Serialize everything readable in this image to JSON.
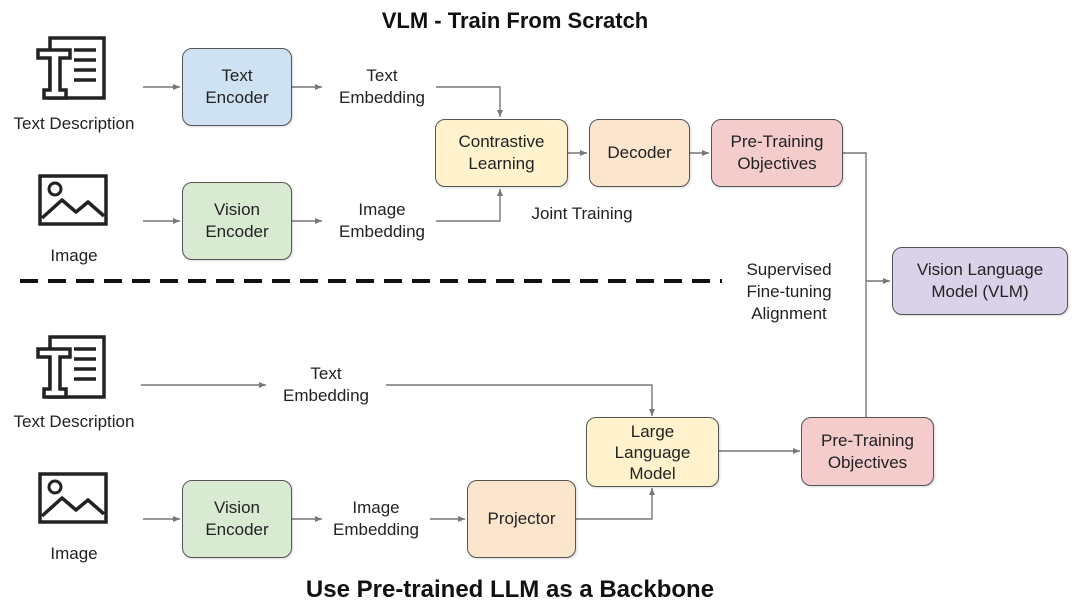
{
  "titles": {
    "top": "VLM - Train From Scratch",
    "bottom": "Use Pre-trained LLM as a Backbone"
  },
  "top_section": {
    "text_input_label": "Text Description",
    "image_input_label": "Image",
    "text_encoder": "Text\nEncoder",
    "vision_encoder": "Vision\nEncoder",
    "text_embedding": "Text\nEmbedding",
    "image_embedding": "Image\nEmbedding",
    "contrastive_learning": "Contrastive\nLearning",
    "decoder": "Decoder",
    "pretraining_objectives": "Pre-Training\nObjectives",
    "joint_training": "Joint Training"
  },
  "middle": {
    "supervised_label": "Supervised\nFine-tuning\nAlignment",
    "vlm": "Vision Language\nModel (VLM)"
  },
  "bottom_section": {
    "text_input_label": "Text Description",
    "image_input_label": "Image",
    "text_embedding": "Text\nEmbedding",
    "vision_encoder": "Vision\nEncoder",
    "image_embedding": "Image\nEmbedding",
    "projector": "Projector",
    "llm": "Large\nLanguage\nModel",
    "pretraining_objectives": "Pre-Training\nObjectives"
  },
  "icons": [
    "text-document-icon",
    "image-icon"
  ],
  "colors": {
    "text_encoder": "#cfe2f3",
    "vision_encoder": "#d9ead3",
    "contrastive_llm": "#fff2cc",
    "decoder_projector": "#fce5cd",
    "pretraining": "#f4cccc",
    "vlm": "#d9d2e9"
  }
}
